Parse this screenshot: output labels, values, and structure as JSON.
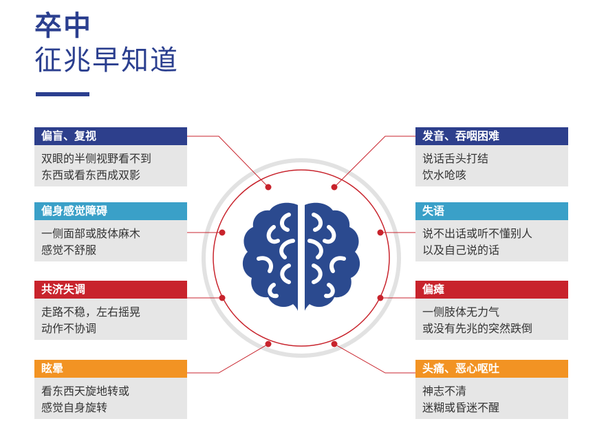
{
  "title": {
    "line1": "卒中",
    "line2": "征兆早知道"
  },
  "colors": {
    "navy": "#2d3f8c",
    "blue": "#3aa0c8",
    "red": "#c8232c",
    "orange": "#f29323",
    "box": "#e6e6e6"
  },
  "symptoms_left": [
    {
      "heading": "偏盲、复视",
      "lines": [
        "双眼的半侧视野看不到",
        "东西或看东西成双影"
      ],
      "color": "navy"
    },
    {
      "heading": "偏身感觉障碍",
      "lines": [
        "一侧面部或肢体麻木",
        "感觉不舒服"
      ],
      "color": "blue"
    },
    {
      "heading": "共济失调",
      "lines": [
        "走路不稳，左右摇晃",
        "动作不协调"
      ],
      "color": "red"
    },
    {
      "heading": "眩晕",
      "lines": [
        "看东西天旋地转或",
        "感觉自身旋转"
      ],
      "color": "orange"
    }
  ],
  "symptoms_right": [
    {
      "heading": "发音、吞咽困难",
      "lines": [
        "说话舌头打结",
        "饮水呛咳"
      ],
      "color": "navy"
    },
    {
      "heading": "失语",
      "lines": [
        "说不出话或听不懂别人",
        "以及自己说的话"
      ],
      "color": "blue"
    },
    {
      "heading": "偏瘫",
      "lines": [
        "一侧肢体无力气",
        "或没有先兆的突然跌倒"
      ],
      "color": "red"
    },
    {
      "heading": "头痛、恶心呕吐",
      "lines": [
        "神志不清",
        "迷糊或昏迷不醒"
      ],
      "color": "orange"
    }
  ],
  "center_icon": "brain-icon"
}
